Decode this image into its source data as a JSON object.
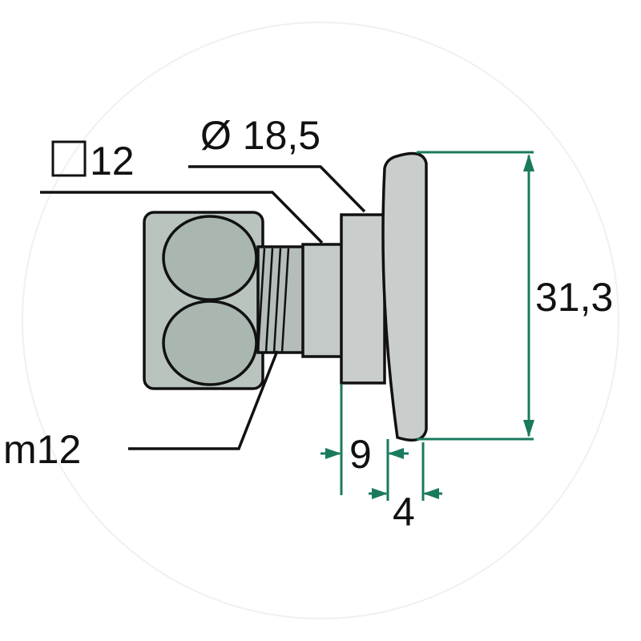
{
  "labels": {
    "diameter": "Ø 18,5",
    "square_size": "12",
    "thread": "m12",
    "head_height": "31,3",
    "collar_width": "9",
    "head_thickness": "4"
  },
  "colors": {
    "dimension": "#1a7a5e",
    "nut": "#a9b7b0",
    "bolt": "#c9cdcc"
  }
}
